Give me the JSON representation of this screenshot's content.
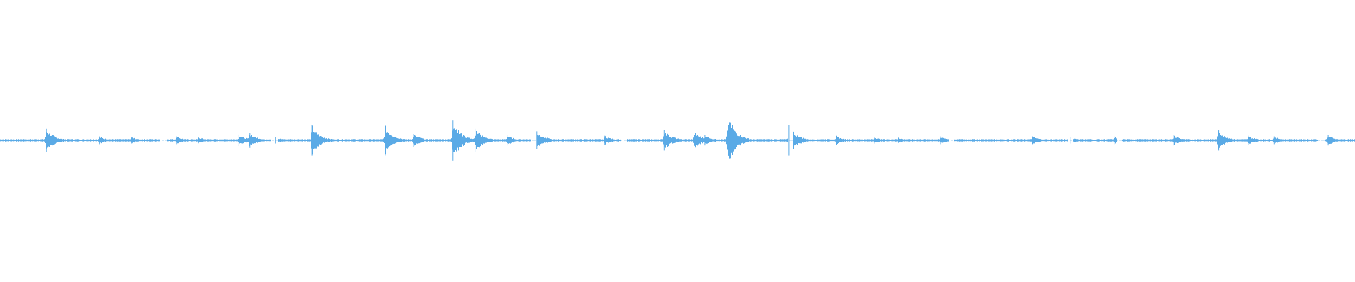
{
  "waveform": {
    "color": "#5aaae6",
    "background": "#ffffff",
    "baseline_amplitude": 0.01,
    "duration_fraction_gaps": [
      [
        0.118,
        0.123
      ],
      [
        0.2,
        0.205
      ],
      [
        0.392,
        0.396
      ],
      [
        0.458,
        0.463
      ],
      [
        0.581,
        0.585
      ],
      [
        0.7,
        0.704
      ],
      [
        0.788,
        0.792
      ],
      [
        0.824,
        0.828
      ],
      [
        0.972,
        0.978
      ]
    ],
    "events": [
      {
        "t": 0.034,
        "amplitude": 0.09
      },
      {
        "t": 0.073,
        "amplitude": 0.03
      },
      {
        "t": 0.097,
        "amplitude": 0.025
      },
      {
        "t": 0.13,
        "amplitude": 0.03
      },
      {
        "t": 0.146,
        "amplitude": 0.025
      },
      {
        "t": 0.176,
        "amplitude": 0.045
      },
      {
        "t": 0.184,
        "amplitude": 0.06
      },
      {
        "t": 0.203,
        "amplitude": 0.025
      },
      {
        "t": 0.23,
        "amplitude": 0.12
      },
      {
        "t": 0.284,
        "amplitude": 0.12
      },
      {
        "t": 0.305,
        "amplitude": 0.05
      },
      {
        "t": 0.334,
        "amplitude": 0.16
      },
      {
        "t": 0.351,
        "amplitude": 0.09
      },
      {
        "t": 0.374,
        "amplitude": 0.04
      },
      {
        "t": 0.396,
        "amplitude": 0.07
      },
      {
        "t": 0.446,
        "amplitude": 0.035
      },
      {
        "t": 0.49,
        "amplitude": 0.08
      },
      {
        "t": 0.512,
        "amplitude": 0.07
      },
      {
        "t": 0.52,
        "amplitude": 0.04
      },
      {
        "t": 0.537,
        "amplitude": 0.2
      },
      {
        "t": 0.582,
        "amplitude": 0.12
      },
      {
        "t": 0.617,
        "amplitude": 0.035
      },
      {
        "t": 0.645,
        "amplitude": 0.025
      },
      {
        "t": 0.663,
        "amplitude": 0.02
      },
      {
        "t": 0.694,
        "amplitude": 0.03
      },
      {
        "t": 0.762,
        "amplitude": 0.03
      },
      {
        "t": 0.79,
        "amplitude": 0.025
      },
      {
        "t": 0.822,
        "amplitude": 0.03
      },
      {
        "t": 0.866,
        "amplitude": 0.04
      },
      {
        "t": 0.899,
        "amplitude": 0.08
      },
      {
        "t": 0.921,
        "amplitude": 0.035
      },
      {
        "t": 0.94,
        "amplitude": 0.03
      },
      {
        "t": 0.98,
        "amplitude": 0.04
      }
    ]
  }
}
